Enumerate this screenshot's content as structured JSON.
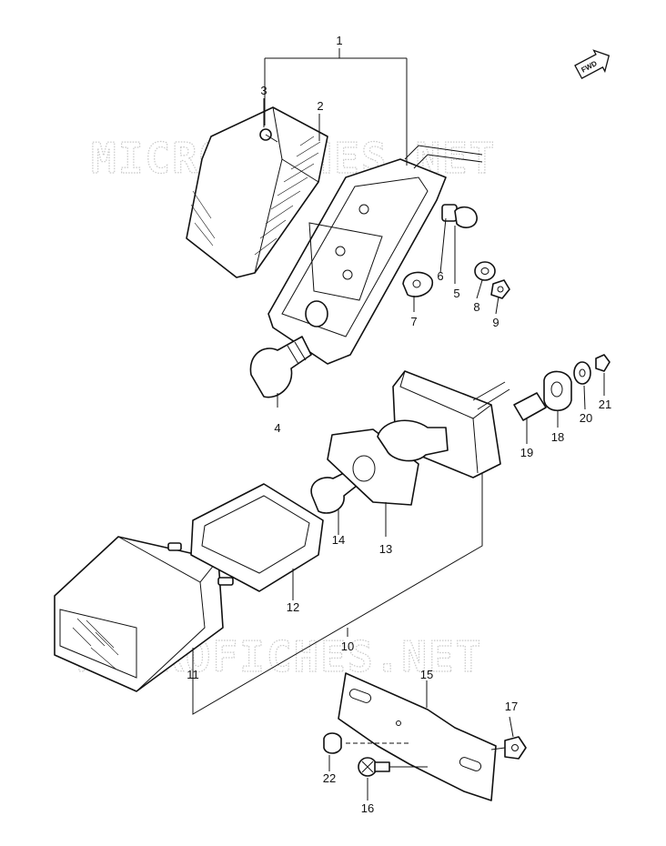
{
  "watermark": {
    "text": "MICROFICHES.NET"
  },
  "direction_badge": {
    "label": "FWD"
  },
  "callouts": [
    {
      "id": "1",
      "text": "1"
    },
    {
      "id": "2",
      "text": "2"
    },
    {
      "id": "3",
      "text": "3"
    },
    {
      "id": "4",
      "text": "4"
    },
    {
      "id": "5",
      "text": "5"
    },
    {
      "id": "6",
      "text": "6"
    },
    {
      "id": "7",
      "text": "7"
    },
    {
      "id": "8",
      "text": "8"
    },
    {
      "id": "9",
      "text": "9"
    },
    {
      "id": "10",
      "text": "10"
    },
    {
      "id": "11",
      "text": "11"
    },
    {
      "id": "13",
      "text": "13"
    },
    {
      "id": "12",
      "text": "12"
    },
    {
      "id": "14",
      "text": "14"
    },
    {
      "id": "15",
      "text": "15"
    },
    {
      "id": "16",
      "text": "16"
    },
    {
      "id": "17",
      "text": "17"
    },
    {
      "id": "18",
      "text": "18"
    },
    {
      "id": "19",
      "text": "19"
    },
    {
      "id": "20",
      "text": "20"
    },
    {
      "id": "21",
      "text": "21"
    },
    {
      "id": "22",
      "text": "22"
    }
  ]
}
